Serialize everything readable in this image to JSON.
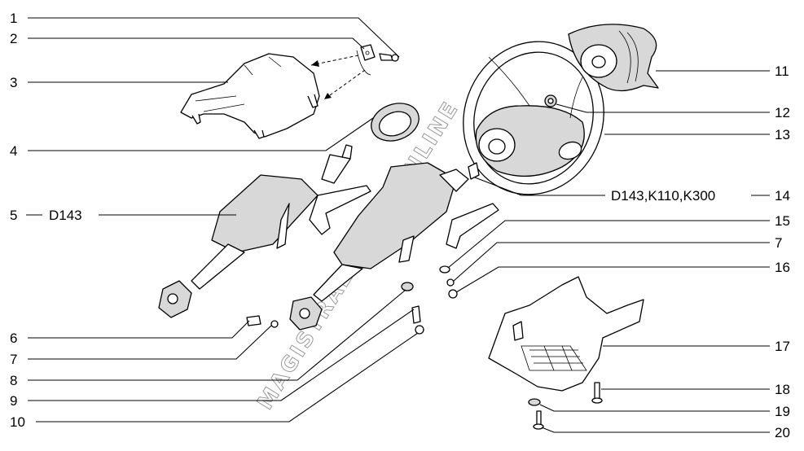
{
  "watermark": "MAGISTRAL-AVTO.ONLINE",
  "left_callouts": [
    {
      "num": "1",
      "suffix": ""
    },
    {
      "num": "2",
      "suffix": ""
    },
    {
      "num": "3",
      "suffix": ""
    },
    {
      "num": "4",
      "suffix": ""
    },
    {
      "num": "5",
      "suffix": "D143"
    },
    {
      "num": "6",
      "suffix": ""
    },
    {
      "num": "7",
      "suffix": ""
    },
    {
      "num": "8",
      "suffix": ""
    },
    {
      "num": "9",
      "suffix": ""
    },
    {
      "num": "10",
      "suffix": ""
    }
  ],
  "right_callouts": [
    {
      "num": "11",
      "prefix": ""
    },
    {
      "num": "12",
      "prefix": ""
    },
    {
      "num": "13",
      "prefix": ""
    },
    {
      "num": "14",
      "prefix": "D143,K110,K300"
    },
    {
      "num": "15",
      "prefix": ""
    },
    {
      "num": "7",
      "prefix": ""
    },
    {
      "num": "16",
      "prefix": ""
    },
    {
      "num": "17",
      "prefix": ""
    },
    {
      "num": "18",
      "prefix": ""
    },
    {
      "num": "19",
      "prefix": ""
    },
    {
      "num": "20",
      "prefix": ""
    }
  ]
}
